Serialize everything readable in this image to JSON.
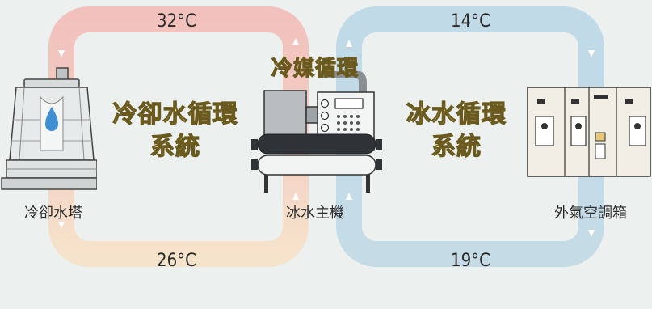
{
  "temperatures": {
    "cooling_top": "32°C",
    "cooling_bottom": "26°C",
    "chilled_top": "14°C",
    "chilled_bottom": "19°C"
  },
  "loops": {
    "cooling_water": {
      "line1": "冷卻水循環",
      "line2": "系統"
    },
    "refrigerant": "冷媒循環",
    "chilled_water": {
      "line1": "冰水循環",
      "line2": "系統"
    }
  },
  "devices": {
    "cooling_tower": "冷卻水塔",
    "chiller": "冰水主機",
    "ahu": "外氣空調箱"
  },
  "colors": {
    "hot_pipe": "#f3c3bf",
    "warm_pipe": "#f6e2c9",
    "cold_pipe": "#c0d9e6",
    "arrow": "#ffffff",
    "label_fill": "#f7e7a0"
  }
}
